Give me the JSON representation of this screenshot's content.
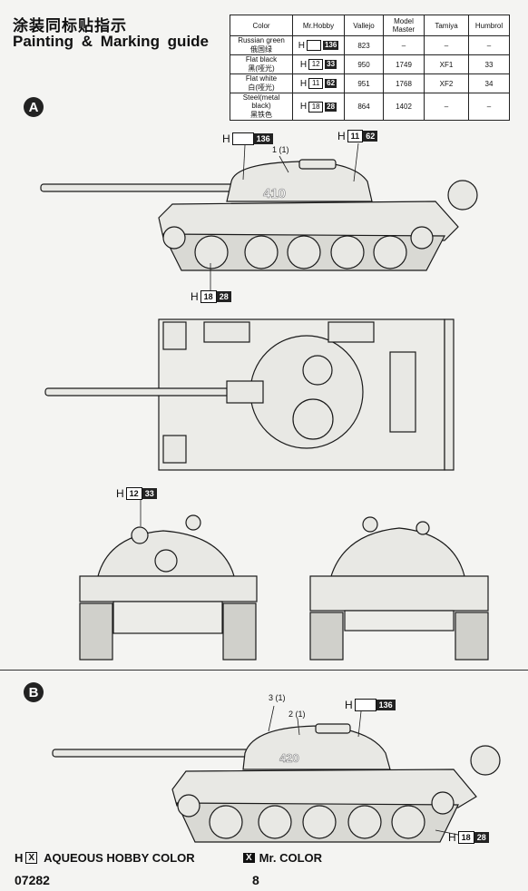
{
  "header": {
    "title_cn": "涂装同标贴指示",
    "title_en": "Painting & Marking guide"
  },
  "paint_table": {
    "columns": [
      "Color",
      "Mr.Hobby",
      "Vallejo",
      "Model Master",
      "Tamiya",
      "Humbrol"
    ],
    "rows": [
      {
        "color_en": "Russian green",
        "color_cn": "俄国绿",
        "h": "H",
        "num1": "",
        "num2": "136",
        "vallejo": "823",
        "model_master": "–",
        "tamiya": "–",
        "humbrol": "–"
      },
      {
        "color_en": "Flat black",
        "color_cn": "黑(哑光)",
        "h": "H",
        "num1": "12",
        "num2": "33",
        "vallejo": "950",
        "model_master": "1749",
        "tamiya": "XF1",
        "humbrol": "33"
      },
      {
        "color_en": "Flat white",
        "color_cn": "白(哑光)",
        "h": "H",
        "num1": "11",
        "num2": "62",
        "vallejo": "951",
        "model_master": "1768",
        "tamiya": "XF2",
        "humbrol": "34"
      },
      {
        "color_en": "Steel(metal black)",
        "color_cn": "黑铁色",
        "h": "H",
        "num1": "18",
        "num2": "28",
        "vallejo": "864",
        "model_master": "1402",
        "tamiya": "–",
        "humbrol": "–"
      }
    ]
  },
  "section_a": {
    "label": "A",
    "callout_green": {
      "h": "H",
      "num": "136"
    },
    "callout_white": {
      "h": "H",
      "num1": "11",
      "num2": "62"
    },
    "callout_steel": {
      "h": "H",
      "num1": "18",
      "num2": "28"
    },
    "callout_black": {
      "h": "H",
      "num1": "12",
      "num2": "33"
    },
    "decal_ref": "1 (1)",
    "hull_number": "410"
  },
  "section_b": {
    "label": "B",
    "decal_ref_3": "3 (1)",
    "decal_ref_2": "2 (1)",
    "callout_green": {
      "h": "H",
      "num": "136"
    },
    "callout_steel": {
      "h": "H",
      "num1": "18",
      "num2": "28"
    },
    "hull_number": "420"
  },
  "footer": {
    "aqueous_prefix": "H",
    "aqueous_box": "X",
    "aqueous_label": "AQUEOUS HOBBY COLOR",
    "mr_box": "X",
    "mr_label": "Mr. COLOR",
    "code": "07282",
    "page": "8"
  },
  "colors": {
    "tank_fill": "#e8e8e4",
    "ink": "#1a1a1a",
    "badge": "#222222"
  }
}
